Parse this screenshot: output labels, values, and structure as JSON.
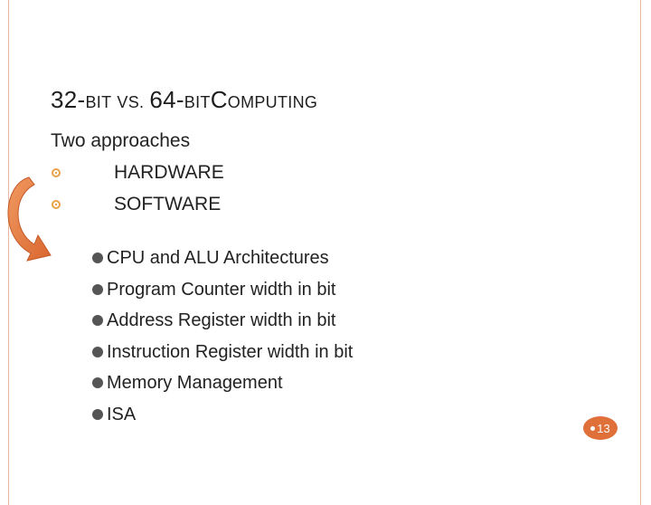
{
  "title": {
    "part1": "32-",
    "part2": "BIT",
    "part3": "VS.",
    "part4": "64-",
    "part5": "BIT",
    "part6": "C",
    "part7": "OMPUTING"
  },
  "intro": "Two approaches",
  "approaches": [
    {
      "label": "HARDWARE"
    },
    {
      "label": "SOFTWARE"
    }
  ],
  "features": [
    {
      "label": "CPU and ALU Architectures"
    },
    {
      "label": "Program Counter width in bit"
    },
    {
      "label": "Address Register width in bit"
    },
    {
      "label": "Instruction Register width in bit"
    },
    {
      "label": "Memory Management"
    },
    {
      "label": "ISA"
    }
  ],
  "page_number": "13",
  "colors": {
    "accent": "#e0703a",
    "bullet": "#e8a24a",
    "frame": "#e8b8a4"
  },
  "icons": {
    "bullet": "ring-bullet-icon",
    "arrow": "curved-arrow-icon",
    "list_bullet": "dot-icon"
  }
}
